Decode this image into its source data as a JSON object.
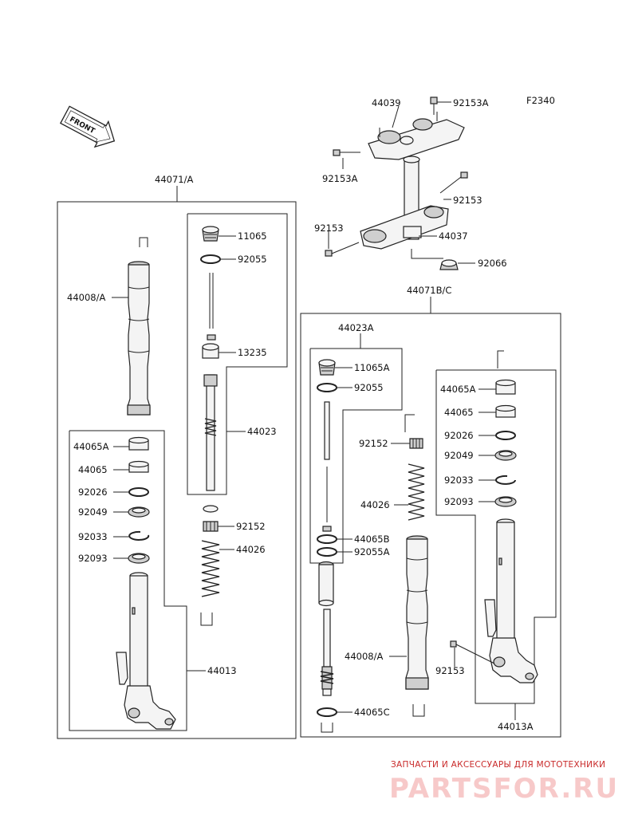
{
  "diagram_code": "F2340",
  "front_label": "FRONT",
  "labels": {
    "p44039": "44039",
    "p92153A_top": "92153A",
    "p92153A_left": "92153A",
    "p92153_right": "92153",
    "p92153_left": "92153",
    "p44037": "44037",
    "p92066": "92066",
    "p44071A": "44071/A",
    "p44071BC": "44071B/C",
    "left": {
      "p44008A": "44008/A",
      "p11065": "11065",
      "p92055": "92055",
      "p13235": "13235",
      "p44023": "44023",
      "p92152": "92152",
      "p44026": "44026",
      "p44065A": "44065A",
      "p44065": "44065",
      "p92026": "92026",
      "p92049": "92049",
      "p92033": "92033",
      "p92093": "92093",
      "p44013": "44013"
    },
    "right": {
      "p44023A": "44023A",
      "p11065A": "11065A",
      "p92055": "92055",
      "p92152": "92152",
      "p44026": "44026",
      "p44065B": "44065B",
      "p92055A": "92055A",
      "p44008A": "44008/A",
      "p44065C": "44065C",
      "p44065A": "44065A",
      "p44065": "44065",
      "p92026": "92026",
      "p92049": "92049",
      "p92033": "92033",
      "p92093": "92093",
      "p92153": "92153",
      "p44013A": "44013A"
    }
  },
  "watermark": {
    "tagline": "ЗАПЧАСТИ И АКСЕССУАРЫ ДЛЯ МОТОТЕХНИКИ",
    "brand": "PARTSFOR.RU"
  },
  "colors": {
    "line": "#222222",
    "watermark": "#e23d3d"
  }
}
